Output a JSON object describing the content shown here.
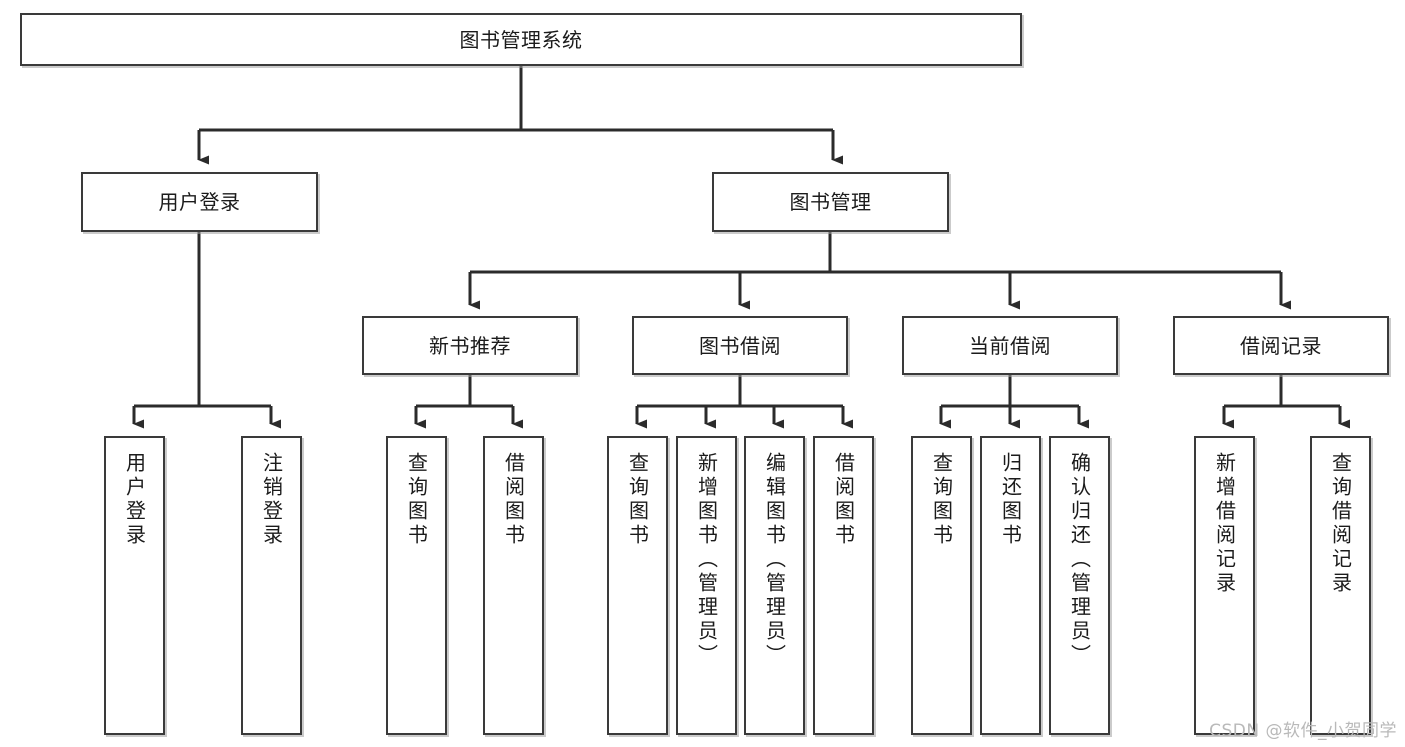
{
  "diagram": {
    "title": "图书管理系统",
    "type": "hierarchy-tree",
    "watermark": "CSDN @软件_小贺同学",
    "colors": {
      "box_border": "#3a3a3a",
      "box_fill": "#ffffff",
      "connector": "#2b2b2b",
      "text": "#1b1b1b",
      "watermark": "#b9b9b9",
      "background": "#ffffff"
    },
    "levels": [
      {
        "level": 1,
        "nodes": [
          {
            "id": "root",
            "label": "图书管理系统",
            "orientation": "horizontal"
          }
        ]
      },
      {
        "level": 2,
        "nodes": [
          {
            "id": "login",
            "label": "用户登录",
            "orientation": "horizontal",
            "parent": "root"
          },
          {
            "id": "bookmgmt",
            "label": "图书管理",
            "orientation": "horizontal",
            "parent": "root"
          }
        ]
      },
      {
        "level": 3,
        "nodes": [
          {
            "id": "newbook",
            "label": "新书推荐",
            "orientation": "horizontal",
            "parent": "bookmgmt"
          },
          {
            "id": "borrow",
            "label": "图书借阅",
            "orientation": "horizontal",
            "parent": "bookmgmt"
          },
          {
            "id": "current",
            "label": "当前借阅",
            "orientation": "horizontal",
            "parent": "bookmgmt"
          },
          {
            "id": "record",
            "label": "借阅记录",
            "orientation": "horizontal",
            "parent": "bookmgmt"
          }
        ]
      },
      {
        "level": 4,
        "nodes": [
          {
            "id": "leaf-user-login",
            "label": "用户登录",
            "orientation": "vertical",
            "parent": "login"
          },
          {
            "id": "leaf-user-logout",
            "label": "注销登录",
            "orientation": "vertical",
            "parent": "login"
          },
          {
            "id": "leaf-query-book-1",
            "label": "查询图书",
            "orientation": "vertical",
            "parent": "newbook"
          },
          {
            "id": "leaf-borrow-book-1",
            "label": "借阅图书",
            "orientation": "vertical",
            "parent": "newbook"
          },
          {
            "id": "leaf-query-book-2",
            "label": "查询图书",
            "orientation": "vertical",
            "parent": "borrow"
          },
          {
            "id": "leaf-add-book",
            "label": "新增图书（管理员）",
            "orientation": "vertical",
            "parent": "borrow"
          },
          {
            "id": "leaf-edit-book",
            "label": "编辑图书（管理员）",
            "orientation": "vertical",
            "parent": "borrow"
          },
          {
            "id": "leaf-borrow-book-2",
            "label": "借阅图书",
            "orientation": "vertical",
            "parent": "borrow"
          },
          {
            "id": "leaf-query-book-3",
            "label": "查询图书",
            "orientation": "vertical",
            "parent": "current"
          },
          {
            "id": "leaf-return-book",
            "label": "归还图书",
            "orientation": "vertical",
            "parent": "current"
          },
          {
            "id": "leaf-confirm-return",
            "label": "确认归还（管理员）",
            "orientation": "vertical",
            "parent": "current"
          },
          {
            "id": "leaf-add-record",
            "label": "新增借阅记录",
            "orientation": "vertical",
            "parent": "record"
          },
          {
            "id": "leaf-query-record",
            "label": "查询借阅记录",
            "orientation": "vertical",
            "parent": "record"
          }
        ]
      }
    ]
  }
}
